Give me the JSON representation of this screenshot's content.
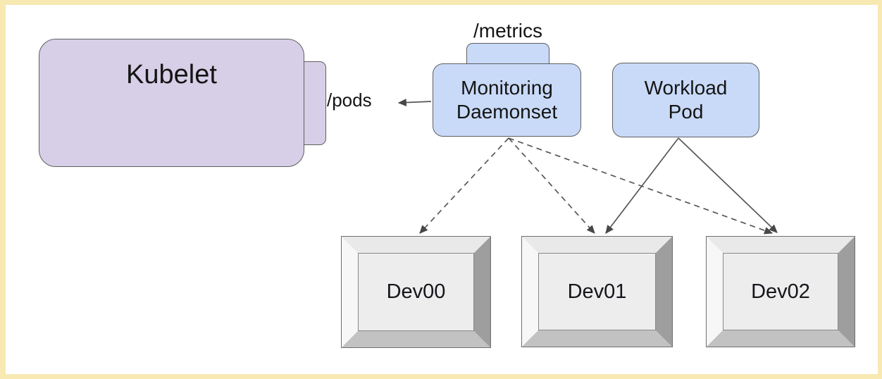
{
  "diagram": {
    "nodes": {
      "kubelet": {
        "label": "Kubelet",
        "endpoint_label": "/pods",
        "fill": "#d7cfe7"
      },
      "monitoring_daemonset": {
        "label_line1": "Monitoring",
        "label_line2": "Daemonset",
        "endpoint_label": "/metrics",
        "fill": "#c9daf8"
      },
      "workload_pod": {
        "label_line1": "Workload",
        "label_line2": "Pod",
        "fill": "#c9daf8"
      },
      "devices": [
        {
          "label": "Dev00"
        },
        {
          "label": "Dev01"
        },
        {
          "label": "Dev02"
        }
      ]
    },
    "edges": [
      {
        "from": "monitoring_daemonset",
        "to": "kubelet /pods endpoint",
        "style": "solid-arrow"
      },
      {
        "from": "monitoring_daemonset",
        "to": "Dev00",
        "style": "dashed-arrow"
      },
      {
        "from": "monitoring_daemonset",
        "to": "Dev01",
        "style": "dashed-arrow"
      },
      {
        "from": "monitoring_daemonset",
        "to": "Dev02",
        "style": "dashed-arrow"
      },
      {
        "from": "workload_pod",
        "to": "Dev01",
        "style": "solid-arrow"
      },
      {
        "from": "workload_pod",
        "to": "Dev02",
        "style": "solid-arrow"
      }
    ],
    "colors": {
      "frame": "#f8e8b2",
      "kubelet_fill": "#d7cfe7",
      "pod_fill": "#c9daf8",
      "node_border": "#5f5f5f",
      "arrow_stroke": "#575757",
      "arrow_head": "#474747",
      "device_face": "#ededed",
      "text": "#141414"
    }
  }
}
